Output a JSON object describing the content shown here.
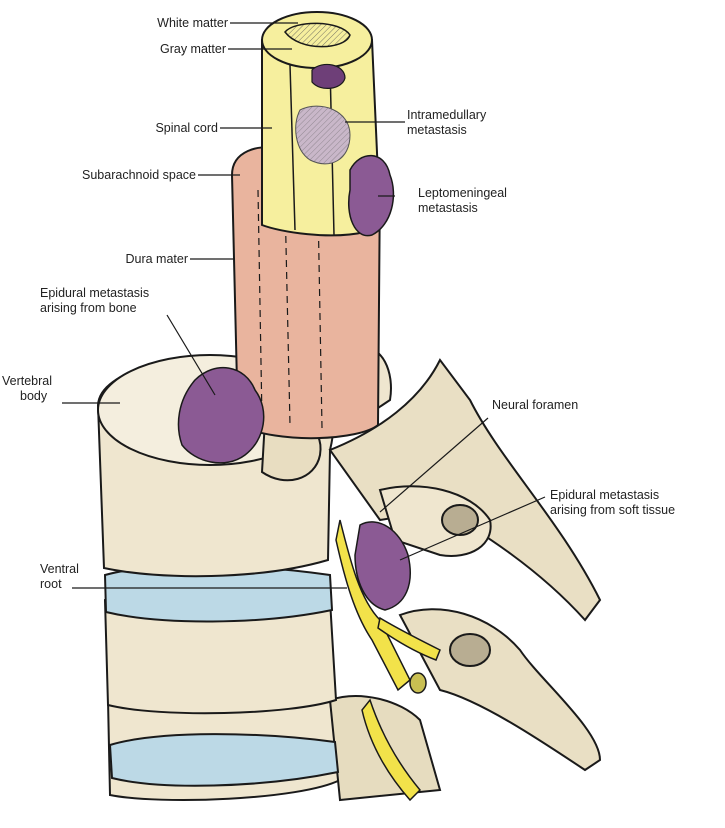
{
  "labels": {
    "white_matter": "White matter",
    "gray_matter": "Gray matter",
    "spinal_cord": "Spinal cord",
    "subarachnoid_space": "Subarachnoid space",
    "dura_mater": "Dura mater",
    "epidural_bone_1": "Epidural metastasis",
    "epidural_bone_2": "arising from bone",
    "vertebral_body_1": "Vertebral",
    "vertebral_body_2": "body",
    "ventral_root_1": "Ventral",
    "ventral_root_2": "root",
    "intramedullary_1": "Intramedullary",
    "intramedullary_2": "metastasis",
    "leptomeningeal_1": "Leptomeningeal",
    "leptomeningeal_2": "metastasis",
    "neural_foramen": "Neural foramen",
    "epidural_soft_1": "Epidural metastasis",
    "epidural_soft_2": "arising from soft tissue"
  },
  "colors": {
    "spinal_cord": "#f6ef9e",
    "dura": "#e9b49e",
    "bone": "#efe6cf",
    "disc": "#bcd9e6",
    "metastasis": "#8b5a94",
    "nerve": "#f2e24a",
    "outline": "#1a1a1a"
  }
}
